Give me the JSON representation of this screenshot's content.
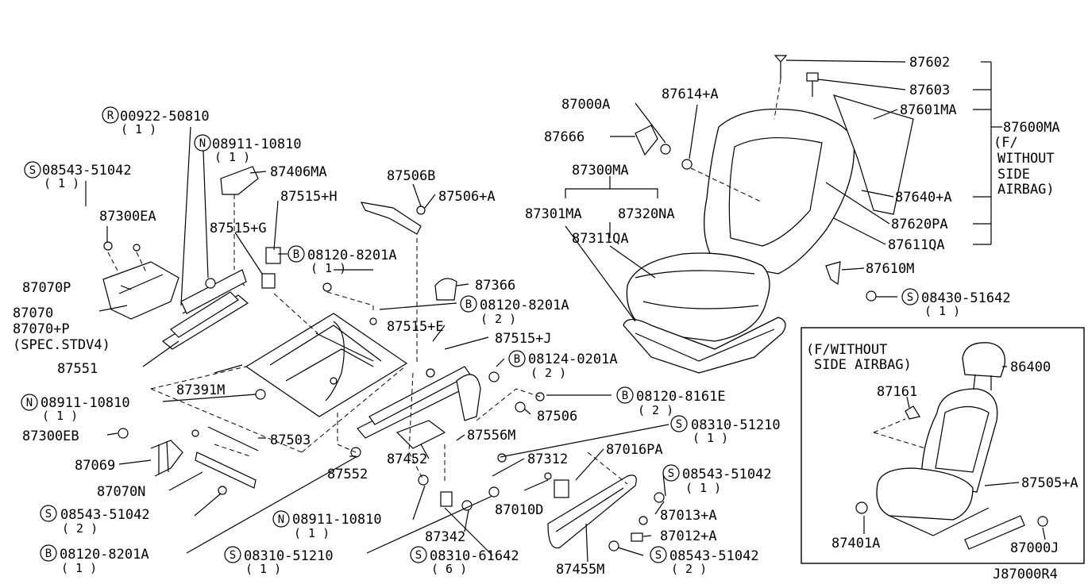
{
  "drawing_id": "J87000R4",
  "labels": {
    "p00922": "00922-50810",
    "p08911a": "08911-10810",
    "p08543a": "08543-51042",
    "p87406MA": "87406MA",
    "p87506B": "87506B",
    "p87515H": "87515+H",
    "p87506A": "87506+A",
    "p87300EA": "87300EA",
    "p87515G": "87515+G",
    "p08120a": "08120-8201A",
    "p87070P": "87070P",
    "p87070": "87070",
    "p87070pP": "87070+P",
    "spec": "(SPEC.STDV4)",
    "p87551": "87551",
    "p87366": "87366",
    "p08120b": "08120-8201A",
    "p87515E": "87515+E",
    "p87515J": "87515+J",
    "p08124": "08124-0201A",
    "p87391M": "87391M",
    "p08911b": "08911-10810",
    "p08120c": "08120-8161E",
    "p87506": "87506",
    "p87300EB": "87300EB",
    "p87503": "87503",
    "p08310a": "08310-51210",
    "p87556M": "87556M",
    "p87069": "87069",
    "p87452": "87452",
    "p87312": "87312",
    "p87016PA": "87016PA",
    "p87070N": "87070N",
    "p87552": "87552",
    "p08543b": "08543-51042",
    "p08543c": "08543-51042",
    "p87010D": "87010D",
    "p08911c": "08911-10810",
    "p87013A": "87013+A",
    "p87342": "87342",
    "p87012A": "87012+A",
    "p08120d": "08120-8201A",
    "p08310b": "08310-51210",
    "p08310c": "08310-61642",
    "p87455M": "87455M",
    "p08543d": "08543-51042",
    "p87602": "87602",
    "p87603": "87603",
    "p87000A": "87000A",
    "p87614A": "87614+A",
    "p87601MA": "87601MA",
    "p87666": "87666",
    "p87600MA": "87600MA",
    "fw1": "(F/",
    "fw2": "WITHOUT",
    "fw3": "SIDE",
    "fw4": "AIRBAG)",
    "p87300MA": "87300MA",
    "p87301MA": "87301MA",
    "p87320NA": "87320NA",
    "p87640A": "87640+A",
    "p87620PA": "87620PA",
    "p87311QA": "87311QA",
    "p87611QA": "87611QA",
    "p87610M": "87610M",
    "p08430": "08430-51642",
    "inset1": "(F/WITHOUT",
    "inset2": "SIDE AIRBAG)",
    "p86400": "86400",
    "p87161": "87161",
    "p87505A": "87505+A",
    "p87401A": "87401A",
    "p87000J": "87000J"
  },
  "quantities": {
    "q1": "( 1 )",
    "q_1": "( 1 )",
    "q2": "( 2 )",
    "q6": "( 6 )"
  },
  "prefixes": {
    "R": "R",
    "N": "N",
    "S": "S",
    "B": "B"
  }
}
